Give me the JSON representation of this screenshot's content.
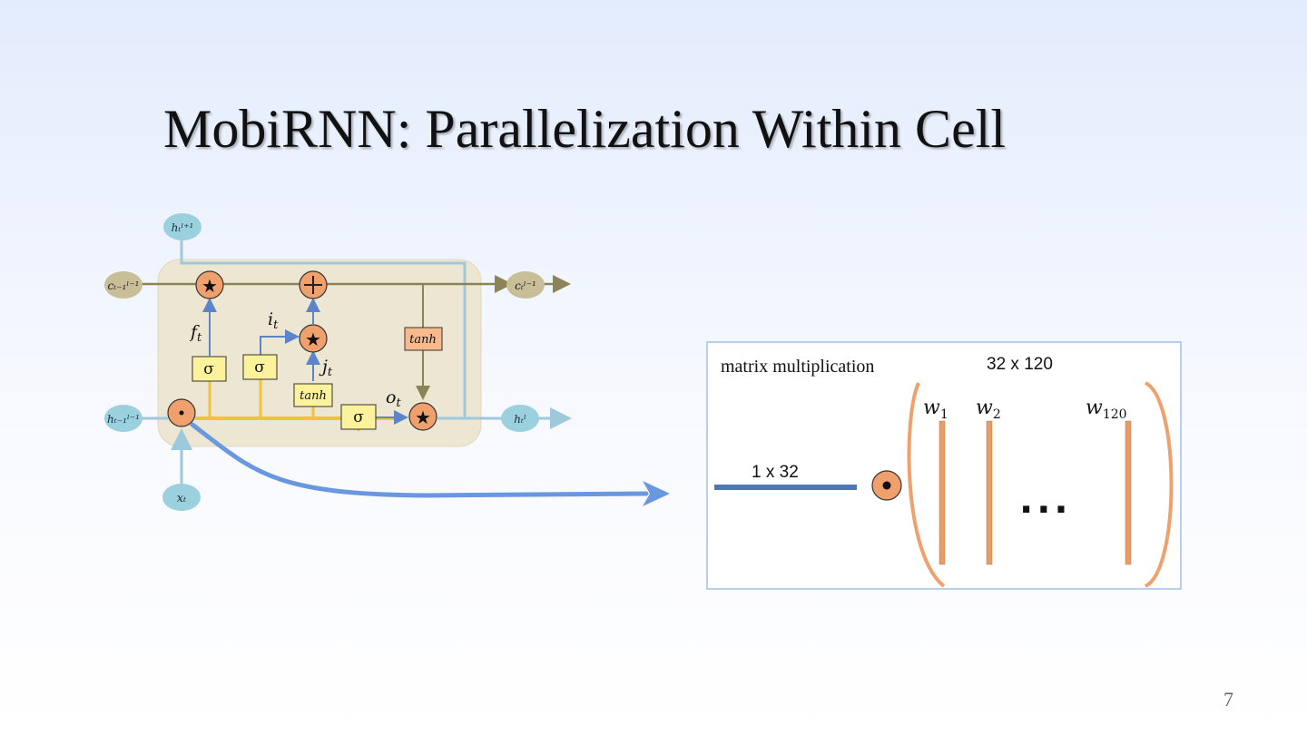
{
  "slide": {
    "title": "MobiRNN: Parallelization Within Cell",
    "page_number": "7"
  },
  "lstm_cell": {
    "top_output": "hₜˡ⁺¹",
    "cell_in": "cₜ₋₁ˡ⁻¹",
    "cell_out": "cₜˡ⁻¹",
    "hidden_in": "hₜ₋₁ˡ⁻¹",
    "hidden_out": "hₜˡ",
    "input": "xₜ",
    "gate_f": "f",
    "gate_i": "i",
    "gate_j": "j",
    "gate_o": "o",
    "sub_t": "t",
    "sigma": "σ",
    "tanh": "tanh",
    "star": "★",
    "plus": "+",
    "dot": "·"
  },
  "matrix_panel": {
    "label": "matrix multiplication",
    "dims": "32 x 120",
    "vector_dims": "1 x 32",
    "dot_symbol": "•",
    "ellipsis": "...",
    "w1": "w",
    "w1_sub": "1",
    "w2": "w",
    "w2_sub": "2",
    "w120": "w",
    "w120_sub": "120"
  },
  "colors": {
    "gold_line": "#f3c23a",
    "olive_line": "#8a8456",
    "blue_line": "#5a86c9",
    "light_blue_line": "#9ec8dc",
    "orange": "#f0a06c",
    "node_blue": "#9bd0de",
    "node_tan": "#c8bf98",
    "box_yellow": "#fcf29b",
    "box_orange": "#f8b98c",
    "panel_border": "#9fc0ea",
    "arrow_blue": "#6a98e0"
  }
}
